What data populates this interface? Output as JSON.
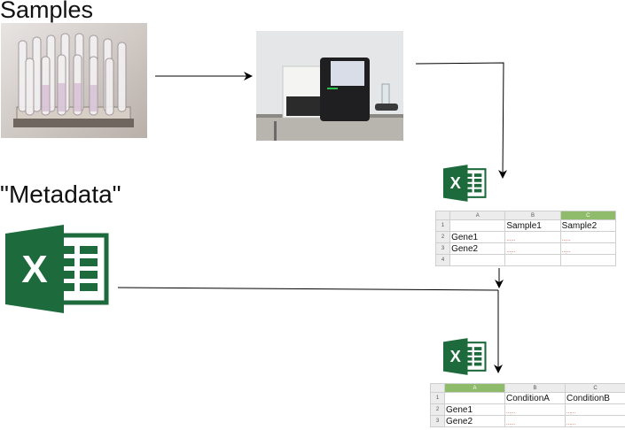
{
  "labels": {
    "samples": "Samples",
    "metadata": "\"Metadata\""
  },
  "icons": {
    "spreadsheet": "excel-icon",
    "spreadsheet_letter": "X"
  },
  "colors": {
    "excel_green": "#1d6b3c",
    "selected_header": "#8fbc6a"
  },
  "count_table": {
    "col_headers": [
      "A",
      "B",
      "C"
    ],
    "row_numbers": [
      "1",
      "2",
      "3",
      "4"
    ],
    "header_row": [
      "",
      "Sample1",
      "Sample2"
    ],
    "rows": [
      [
        "Gene1",
        "......",
        "......"
      ],
      [
        "Gene2",
        "......",
        "......"
      ]
    ]
  },
  "metadata_table": {
    "col_headers": [
      "A",
      "B",
      "C"
    ],
    "row_numbers": [
      "1",
      "2",
      "3"
    ],
    "header_row": [
      "",
      "ConditionA",
      "ConditionB"
    ],
    "rows": [
      [
        "Gene1",
        "......",
        "......"
      ],
      [
        "Gene2",
        "......",
        "......"
      ]
    ]
  }
}
